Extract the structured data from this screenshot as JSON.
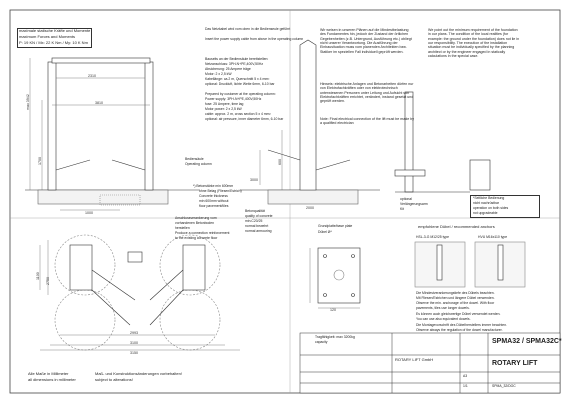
{
  "header_box": {
    "line1": "maximale statische Kräfte und Momente",
    "line2": "maximum Forces and Moments",
    "line3": "P: 19 KN / Mx: 22 K Nm / My: 10 K Nm"
  },
  "notes_de": {
    "floor_note_de": "Das Netzkabel wird vom oben in die Bedienseule geführt",
    "floor_note_en": "Insert the power supply cable from above in the operating column",
    "supply_de_1": "Bauseits an der Bediensäule bereitstellen:",
    "supply_de_2": "Netzanschluss: 3PH-N+PE,400V,50Hz",
    "supply_de_3": "Absicherung: 25 Ampere träge",
    "supply_de_4": "Motor: 2 x 2,5 kW",
    "supply_de_5": "Kabellänge: ca.2 m, Querschnitt 5 x 4 mm²",
    "supply_de_6": "optional: Druckluft, lichte Weite 6mm, 6-10 bar",
    "supply_en_1": "Prepared by customer at the operating column:",
    "supply_en_2": "Power supply: 3PH-N+PE,400V,50Hz",
    "supply_en_3": "fuse: 25 Ampere, time lag",
    "supply_en_4": "Motor power: 2 x 2,5 kW",
    "supply_en_5": "cable: approx. 2 m, cross section 5 x 4 mm²",
    "supply_en_6": "optional: air pressure, inner diameter 6mm, 6-10 bar",
    "column_de": "Bediensäule",
    "column_en": "Operating column"
  },
  "anchor_notes": {
    "a1": "Anschlussverankerung vom",
    "a2": "vorhandenen Betonboden",
    "a3": "herstellen",
    "a4": "Produce a connection reinforcement",
    "a5": "to the existing concrete floor"
  },
  "thickness_note": {
    "n1": "*) Betonstärke min 600mm",
    "n2": "ohne Belag (Fliesen/Estrich)",
    "n3": "Concrete thickness",
    "n4": "min 600mm without",
    "n5": "floor pavement/tiles"
  },
  "concrete_quality": {
    "q1": "Betonqualität",
    "q2": "quality of concrete",
    "q3": "min.C20/25",
    "q4": "normal bewehrt",
    "q5": "normal armouring"
  },
  "right_text_de": "Wir weisen in unseren Plänen auf die Mindestbelastung des Fundamentes hin, jedoch der Zustand der örtlichen Gegebenheiten (z.B. Untergrund, Ausführung etc.) obliegt nicht unserer Verantwortung. Die Ausführung der Einbausituation muss vom planenden Architekten bzw. Statiker im speziellen Fall individuell geprüft werden.",
  "right_text_en": "We point out the minimum requirement of the foundation in our plans. The condition of the local realities (for example: the ground under the foundation) does not lie in our responsibility. The execution of the installation situation must be individually specified by the planning architect or by the engineer engaged in statically calculations in the special case.",
  "hint_de": "Hinweis: elektrische Anlagen und Betonarbeiten dürfen nur von Elektrofachkräften oder von elektrotechnisch unterwiesenen Personen unter Leitung und Aufsicht von Elektrofachkräften errichtet, verändert, instand gesetzt und geprüft werden.",
  "hint_en": "Note: Final electrical connection of the lift must be made by a qualified electrician",
  "optional_operating": {
    "o1": "optional",
    "o2": "Verlängerungsarm",
    "o3": "Kit"
  },
  "operating_note": {
    "o1": "*Seitliche Bedienung",
    "o2": "nicht nachrüstbar",
    "o3": "operation on both sides",
    "o4": "not upgradeable"
  },
  "baseplate": {
    "title_de": "Grundplatte/base plate",
    "title_en": "Dübel Ø*"
  },
  "anchors": {
    "heading": "empfohlene Dübel / recommended anchors",
    "hsl_label": "HSL-3-G M12/25 type",
    "hvu_label": "HVU M16x110 type",
    "note1_de": "Die Mindestverankerungstiefe des Dübels beachten.",
    "note1_de2": "Mit Fliesen/Estrichen und längere Dübel verwenden.",
    "note1_en": "Observe the min. anchorage of the dowel. With floor",
    "note1_en2": "pavements, tiles use longer dowels.",
    "note2_de": "Es können auch gleichwertige Dübel verwendet werden.",
    "note2_en": "You can use also equivalent dowels.",
    "note3_de": "Die Montagevorschrift des Dübelherstellers immer beachten.",
    "note3_en": "Observe always the regulation of the dowel manufacturer."
  },
  "capacity": {
    "de": "Tragfähigkeit: max 3200kg",
    "en": "capacity"
  },
  "title_block": {
    "model": "SPMA32 / SPMA32C*",
    "title": "ROTARY LIFT",
    "drawing_no": "SPMA_32/DOC",
    "scale": "A3",
    "company": "ROTARY LIFT GmbH",
    "sheet": "1/1"
  },
  "dimensions": {
    "d_2310": "2310",
    "d_3942": "max 3942",
    "d_3810": "3810",
    "d_1700": "1700",
    "d_3000": "3000",
    "d_2000": "2000",
    "d_1000": "1000",
    "d_600": "600",
    "d_2993": "2993",
    "d_3150": "3150",
    "d_2750": "2750",
    "d_3100": "3100",
    "d_1100": "1100",
    "d_120": "120"
  },
  "footer": {
    "units_de": "Alle Maße in Millimeter",
    "units_en": "all dimensions in millimeter",
    "change_de": "Maß- und Konstruktionsänderungen vorbehalten!",
    "change_en": "subject to alterations!"
  }
}
